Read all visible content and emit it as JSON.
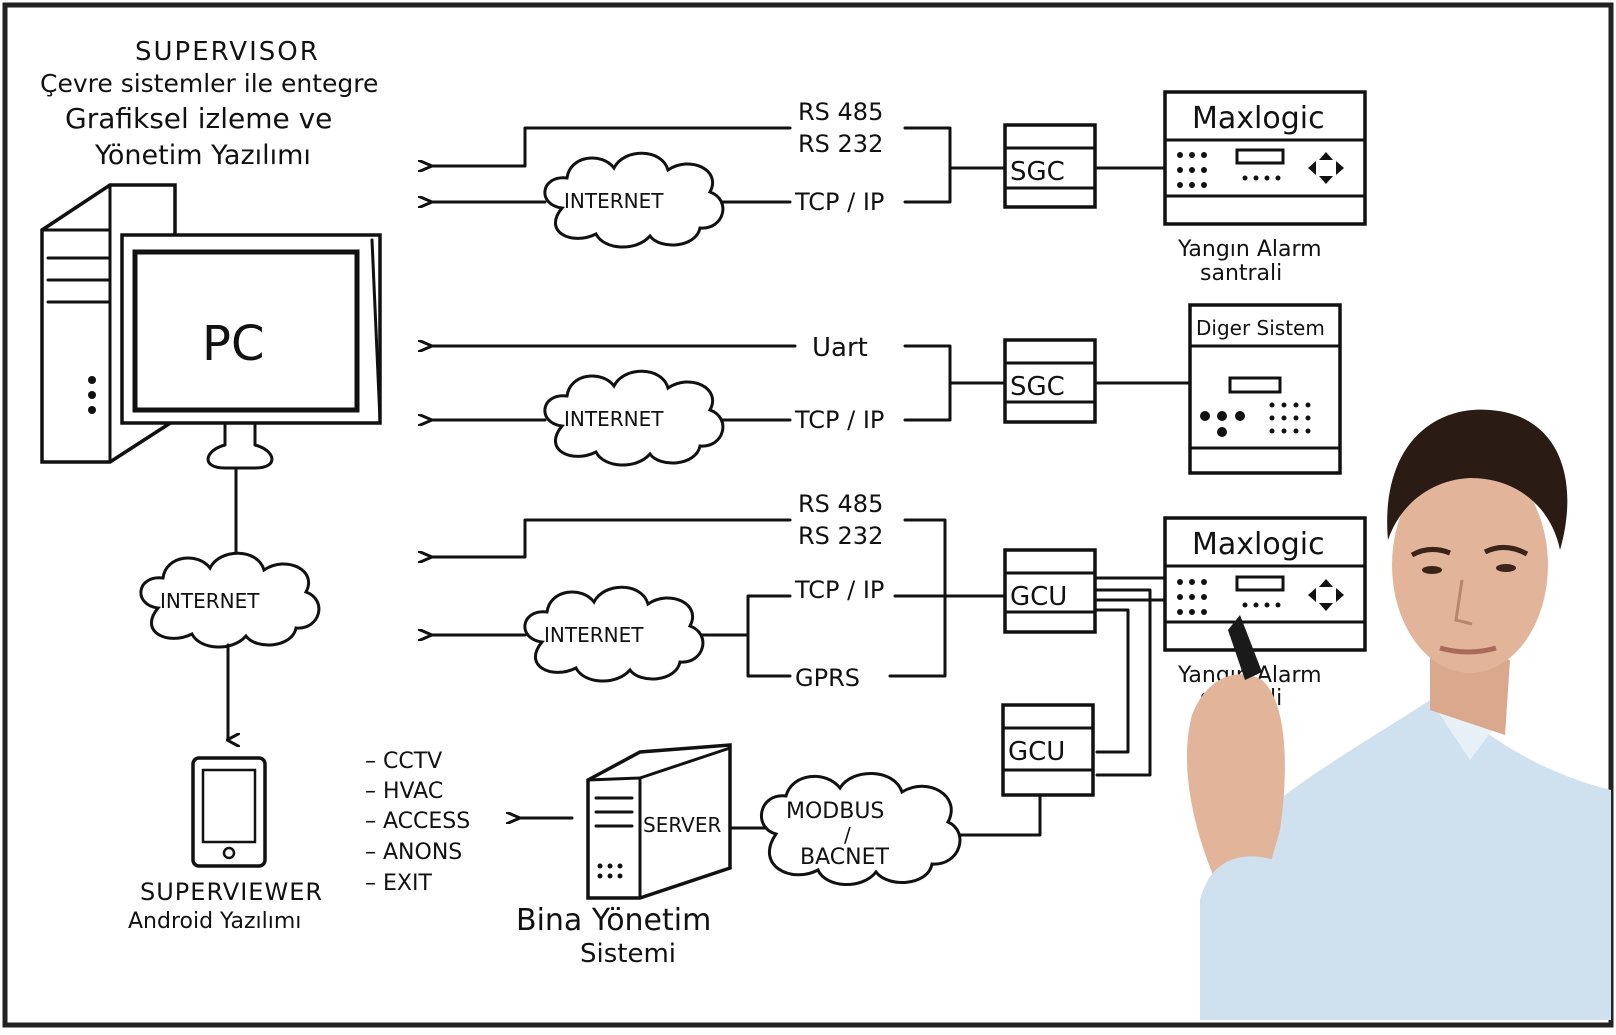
{
  "supervisor": {
    "line1": "SUPERVISOR",
    "line2": "Çevre sistemler ile entegre",
    "line3": "Grafiksel izleme ve",
    "line4": "Yönetim Yazılımı"
  },
  "pc": {
    "label": "PC"
  },
  "row1": {
    "protocol_a": "RS 485",
    "protocol_b": "RS 232",
    "internet": "INTERNET",
    "tcp": "TCP / IP",
    "gateway": "SGC",
    "panel_title": "Maxlogic",
    "caption_line1": "Yangın Alarm",
    "caption_line2": "santrali"
  },
  "row2": {
    "uart": "Uart",
    "internet": "INTERNET",
    "tcp": "TCP / IP",
    "gateway": "SGC",
    "panel_title": "Diger Sistem"
  },
  "row3": {
    "protocol_a": "RS 485",
    "protocol_b": "RS 232",
    "internet": "INTERNET",
    "tcp": "TCP / IP",
    "gprs": "GPRS",
    "gateway": "GCU",
    "gateway2": "GCU",
    "panel_title": "Maxlogic",
    "caption_line1": "Yangın Alarm",
    "caption_line2": "santrali"
  },
  "mobile": {
    "internet": "INTERNET",
    "caption_line1": "SUPERVIEWER",
    "caption_line2": "Android Yazılımı"
  },
  "bms": {
    "server": "SERVER",
    "protocol_line1": "MODBUS",
    "protocol_sep": "/",
    "protocol_line2": "BACNET",
    "caption_line1": "Bina Yönetim",
    "caption_line2": "Sistemi",
    "subsystems": [
      "– CCTV",
      "– HVAC",
      "– ACCESS",
      "– ANONS",
      "– EXIT"
    ]
  },
  "colors": {
    "ink": "#111111",
    "background": "#ffffff",
    "frame": "#222222",
    "shirt": "#cfe0ef",
    "skin": "#e2b49a",
    "hair": "#2a1c14"
  }
}
